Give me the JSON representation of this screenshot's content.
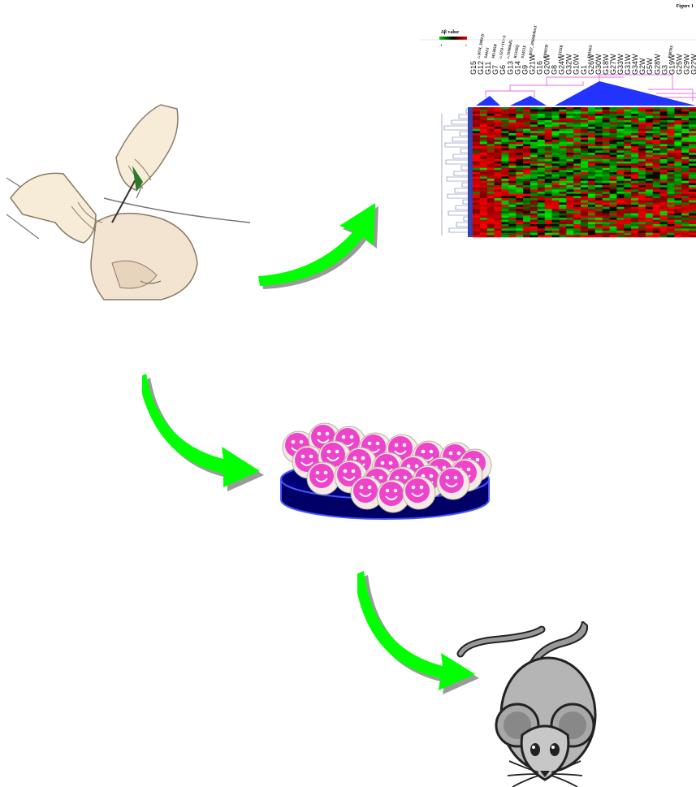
{
  "heatmap": {
    "figure_title": "Figure 1",
    "legend_label": "Δβ value",
    "legend_min": "-1",
    "legend_max": "1",
    "columns": [
      {
        "id": "G15",
        "sub": "c.3074_3084 fs"
      },
      {
        "id": "G12",
        "sub": "S441X"
      },
      {
        "id": "G11",
        "sub": "M1385R"
      },
      {
        "id": "G7",
        "sub": "c.3251+1G>A"
      },
      {
        "id": "G6",
        "sub": "c.3568delG"
      },
      {
        "id": "G13",
        "sub": "R1350Q"
      },
      {
        "id": "G14",
        "sub": "S1453X"
      },
      {
        "id": "G9",
        "sub": "c.2057_2060delinsT"
      },
      {
        "id": "G21W",
        "sub": ""
      },
      {
        "id": "G16",
        "sub": "R1907H"
      },
      {
        "id": "G20W",
        "sub": ""
      },
      {
        "id": "G8",
        "sub": "E1333K"
      },
      {
        "id": "G24W",
        "sub": ""
      },
      {
        "id": "G32W",
        "sub": ""
      },
      {
        "id": "G10W",
        "sub": ""
      },
      {
        "id": "G1",
        "sub": "Q1100X"
      },
      {
        "id": "G26W",
        "sub": ""
      },
      {
        "id": "G30W",
        "sub": ""
      },
      {
        "id": "G18W",
        "sub": ""
      },
      {
        "id": "G27W",
        "sub": ""
      },
      {
        "id": "G33W",
        "sub": ""
      },
      {
        "id": "G31W",
        "sub": ""
      },
      {
        "id": "G34W",
        "sub": ""
      },
      {
        "id": "G2W",
        "sub": ""
      },
      {
        "id": "G5W",
        "sub": ""
      },
      {
        "id": "G28W",
        "sub": ""
      },
      {
        "id": "G3",
        "sub": "P1878S"
      },
      {
        "id": "G19W",
        "sub": ""
      },
      {
        "id": "G25W",
        "sub": ""
      },
      {
        "id": "G29W",
        "sub": ""
      },
      {
        "id": "G22W",
        "sub": ""
      }
    ]
  },
  "colors": {
    "arrow": "#00ff00",
    "arrow_shadow": "#9a9a9a",
    "cell_pink": "#ee44cc",
    "dish_blue": "#000066",
    "heat_red": "#ff0000",
    "heat_green": "#00dd00",
    "dendro_blue": "#2233ff",
    "dendro_pink": "#dd44dd"
  },
  "icons": {
    "surgery": "surgery-illustration-icon",
    "heatmap": "methylation-heatmap-icon",
    "culture": "cell-culture-dish-icon",
    "mouse": "mouse-icon"
  }
}
